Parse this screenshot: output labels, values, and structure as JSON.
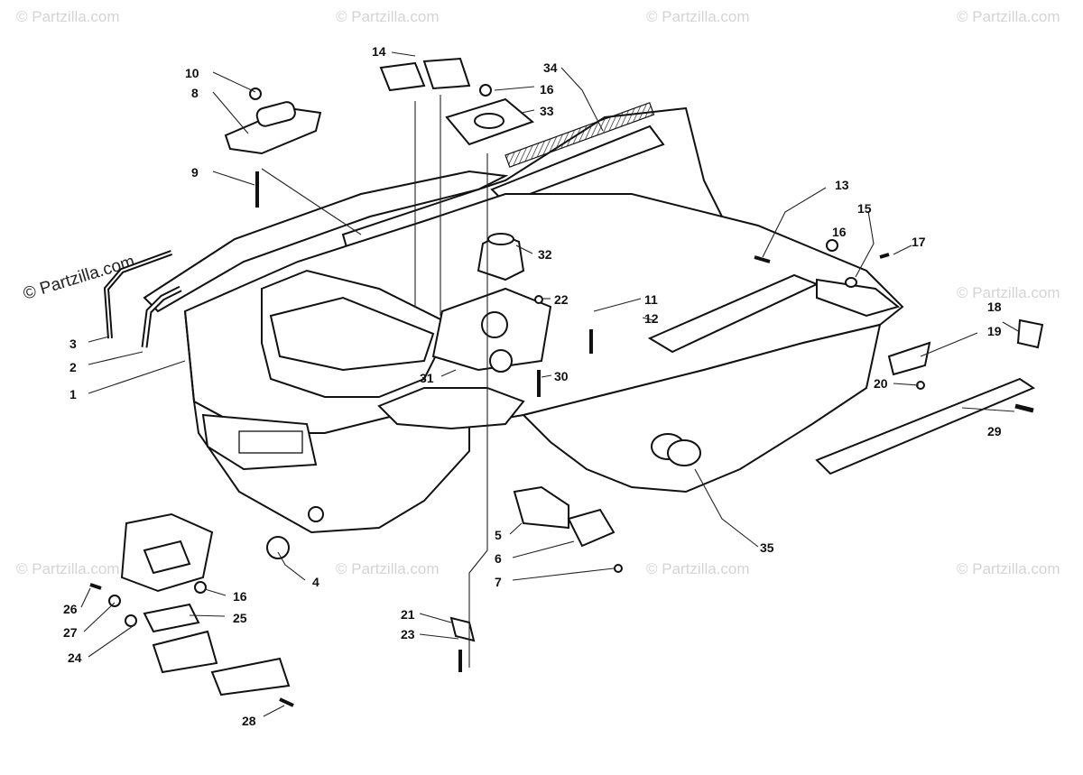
{
  "watermark": {
    "main": "© Partzilla.com",
    "faint": "© Partzilla.com"
  },
  "callouts": {
    "c1": "1",
    "c2": "2",
    "c3": "3",
    "c4": "4",
    "c5": "5",
    "c6": "6",
    "c7": "7",
    "c8": "8",
    "c9": "9",
    "c10": "10",
    "c11": "11",
    "c12": "12",
    "c13": "13",
    "c14": "14",
    "c15": "15",
    "c16a": "16",
    "c16b": "16",
    "c16c": "16",
    "c17": "17",
    "c18": "18",
    "c19": "19",
    "c20": "20",
    "c21": "21",
    "c22": "22",
    "c23": "23",
    "c24": "24",
    "c25": "25",
    "c26": "26",
    "c27": "27",
    "c28": "28",
    "c29": "29",
    "c30": "30",
    "c31": "31",
    "c32": "32",
    "c33": "33",
    "c34": "34",
    "c35": "35"
  }
}
